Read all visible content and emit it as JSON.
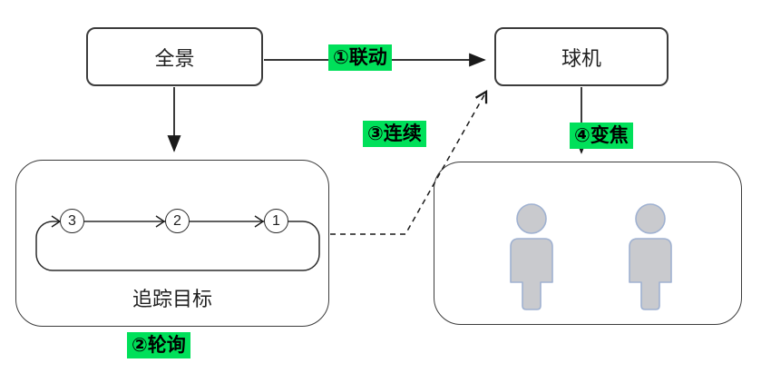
{
  "diagram": {
    "panorama_label": "全景",
    "dome_label": "球机",
    "track_target_label": "追踪目标",
    "step1_label": "①联动",
    "step2_label": "②轮询",
    "step3_label": "③连续",
    "step4_label": "④变焦",
    "loop_circles": [
      "3",
      "2",
      "1"
    ],
    "colors": {
      "highlight_green": "#00E05A",
      "line": "#1a1a1a",
      "box_border": "#3c3c3c",
      "person_fill": "#C9CACE",
      "person_stroke": "#9FB1D1"
    }
  }
}
